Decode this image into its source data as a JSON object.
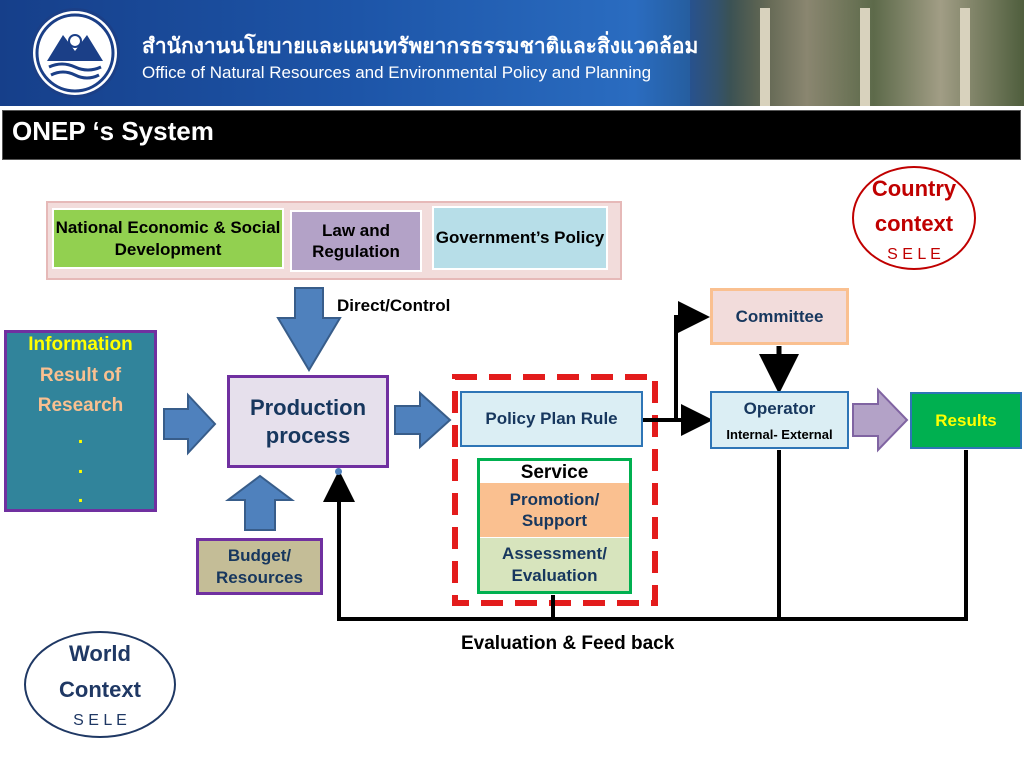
{
  "header": {
    "org_thai": "สำนักงานนโยบายและแผนทรัพยากรธรรมชาติและสิ่งแวดล้อม",
    "org_english": "Office of Natural Resources and Environmental Policy and Planning"
  },
  "title": "ONEP ‘s System",
  "country_context": {
    "line1": "Country",
    "line2": "context",
    "sub": "S E L E"
  },
  "world_context": {
    "line1": "World",
    "line2": "Context",
    "sub": "S E L E"
  },
  "inputs": {
    "national": "National Economic & Social Development",
    "law": "Law and Regulation",
    "government": "Government’s Policy"
  },
  "direct_control": "Direct/Control",
  "information": {
    "heading": "Information",
    "line1": "Result of",
    "line2": "Research",
    "dots": [
      ".",
      ".",
      "."
    ]
  },
  "production": "Production process",
  "budget": "Budget/ Resources",
  "policy_plan": "Policy Plan Rule",
  "service": {
    "title": "Service",
    "promotion": "Promotion/ Support",
    "assessment": "Assessment/ Evaluation"
  },
  "committee": "Committee",
  "operator": {
    "label": "Operator",
    "sub": "Internal- External"
  },
  "results": "Results",
  "feedback": "Evaluation & Feed back",
  "colors": {
    "green": "#92d050",
    "lavender": "#b3a2c7",
    "light_blue": "#b7dee8",
    "teal": "#31849b",
    "red": "#e31c1c",
    "arrow_blue": "#4f81bd",
    "results_green": "#00b050"
  }
}
